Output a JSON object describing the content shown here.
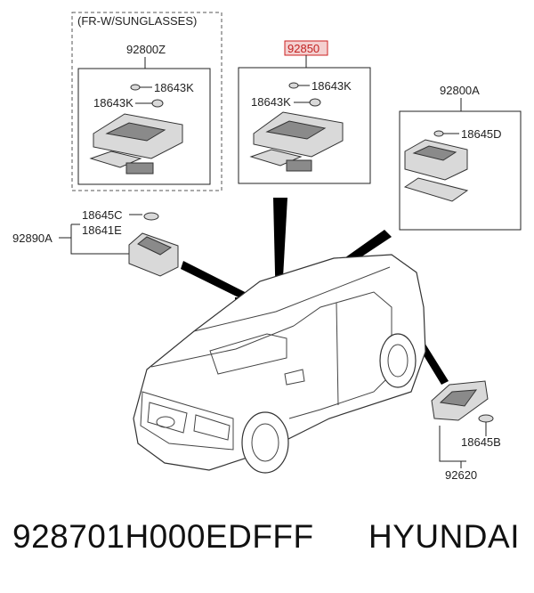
{
  "labels": {
    "option_note": "(FR-W/SUNGLASSES)",
    "asm_sunglass": "92800Z",
    "asm_center": "92850",
    "asm_right": "92800A",
    "bulb_k": "18643K",
    "bulb_d": "18645D",
    "bulb_c": "18645C",
    "bulb_e": "18641E",
    "lamp_left": "92890A",
    "bulb_b": "18645B",
    "lamp_rear": "92620"
  },
  "footer": {
    "part_number": "928701H000EDFFF",
    "brand": "HYUNDAI"
  },
  "colors": {
    "highlight": "#c22222",
    "highlight_fill": "#f4d0d0"
  }
}
